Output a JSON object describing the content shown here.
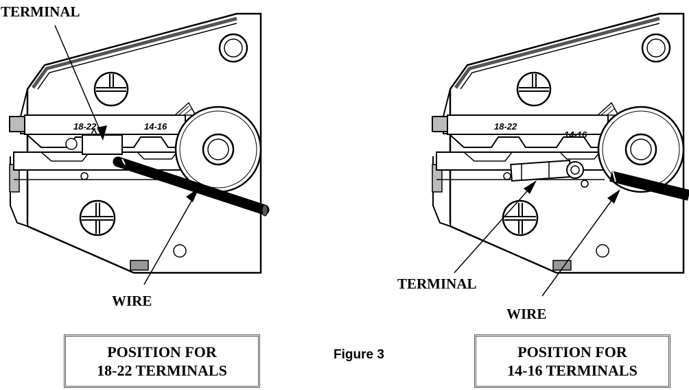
{
  "left_view": {
    "terminal_label": "TERMINAL",
    "wire_label": "WIRE",
    "gauge_left": "18-22",
    "gauge_right": "14-16",
    "caption_line1": "POSITION FOR",
    "caption_line2": "18-22 TERMINALS"
  },
  "right_view": {
    "terminal_label": "TERMINAL",
    "wire_label": "WIRE",
    "gauge_left": "18-22",
    "gauge_right": "14-16",
    "caption_line1": "POSITION FOR",
    "caption_line2": "14-16 TERMINALS"
  },
  "figure_label": "Figure 3"
}
